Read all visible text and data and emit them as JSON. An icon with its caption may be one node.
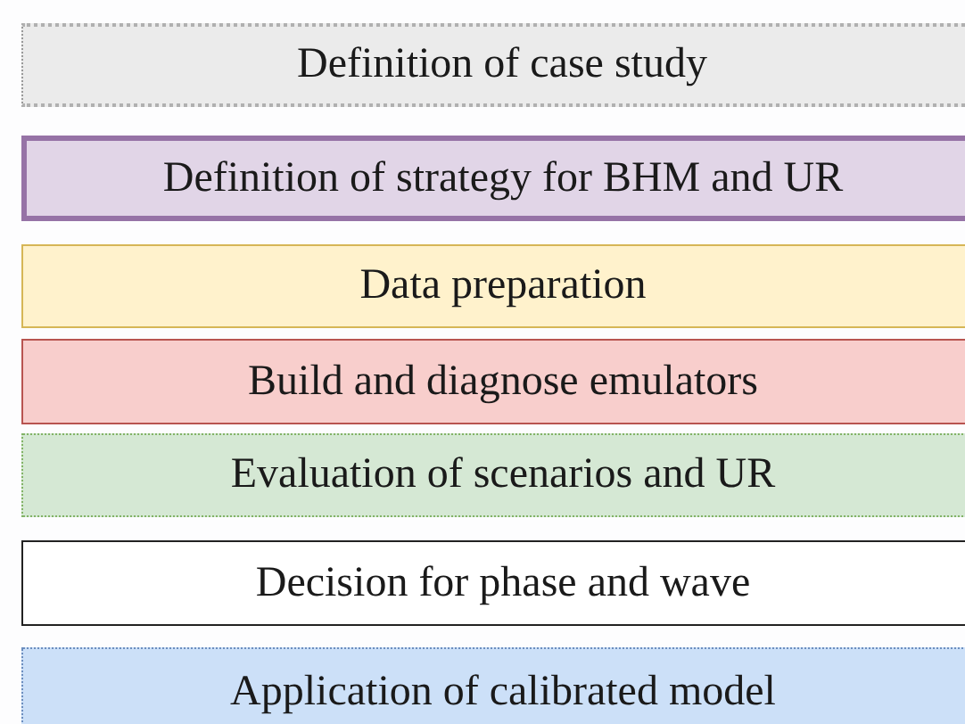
{
  "diagram": {
    "nodes": [
      {
        "text": [
          "Definition of case study"
        ]
      },
      {
        "text": [
          "Definition of strategy for BHM and UR"
        ]
      },
      {
        "text": [
          "Data preparation"
        ]
      },
      {
        "text": [
          "Build and diagnose emulators"
        ]
      },
      {
        "text": [
          "Evaluation of scenarios and UR"
        ]
      },
      {
        "text": [
          "Decision for phase and wave"
        ]
      },
      {
        "text": [
          "Application of calibrated model"
        ]
      }
    ]
  }
}
